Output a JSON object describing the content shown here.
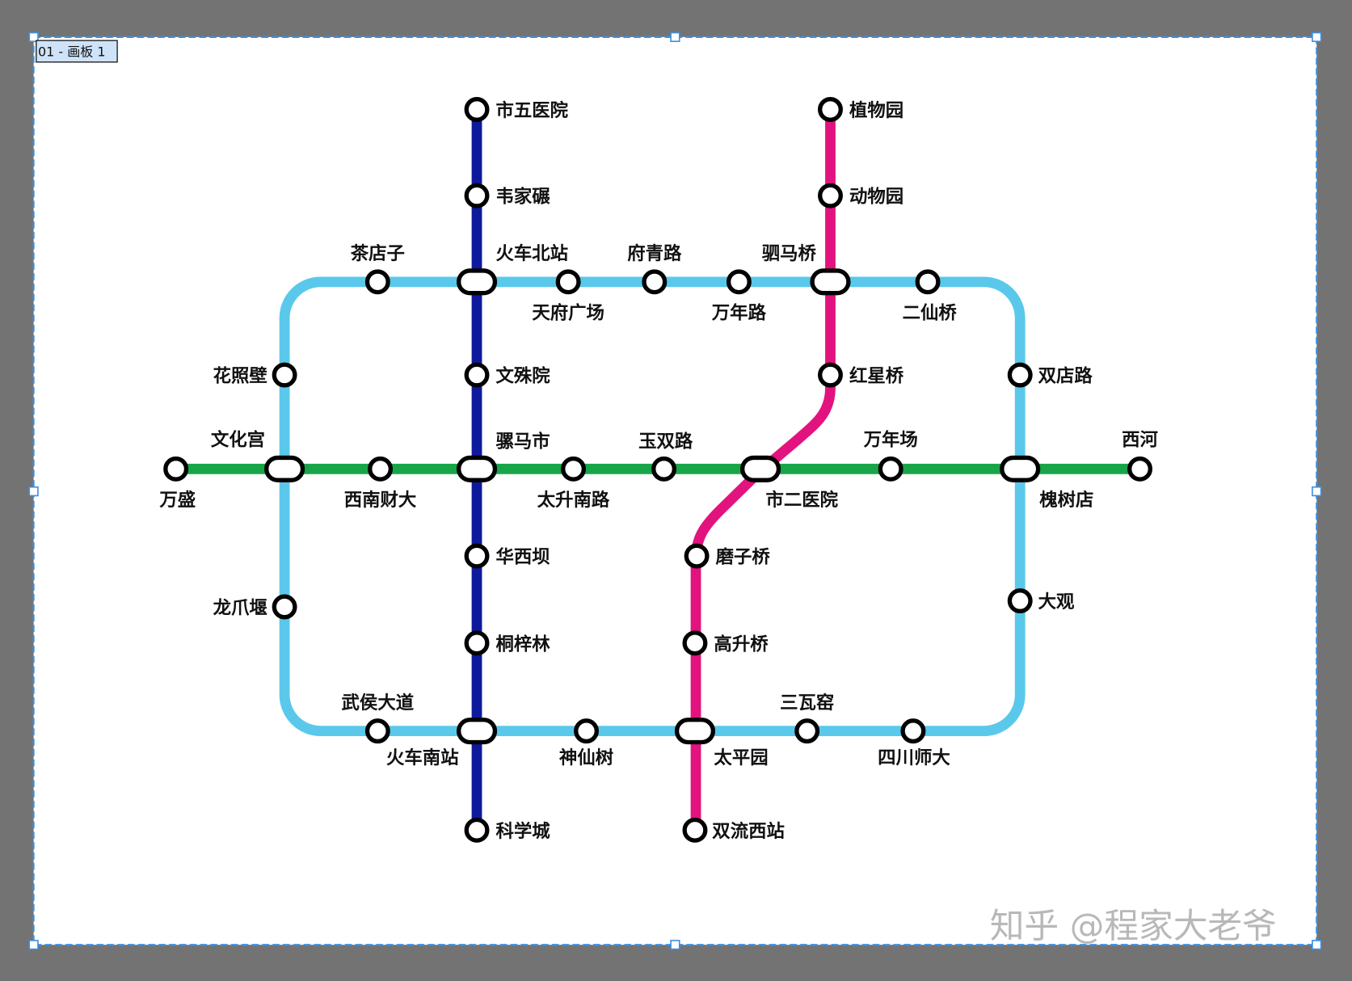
{
  "artboard": {
    "label": "01 - 画板 1"
  },
  "watermark": "知乎 @程家大老爷",
  "colors": {
    "line_blue": "#0d1a9c",
    "line_pink": "#e2137f",
    "line_green": "#18a54a",
    "line_cyan": "#5ac8ea",
    "canvas_bg": "#737373",
    "selection": "#3d8fe0"
  },
  "stations": [
    "市五医院",
    "韦家碾",
    "火车北站",
    "文殊院",
    "骡马市",
    "华西坝",
    "桐梓林",
    "火车南站",
    "科学城",
    "植物园",
    "动物园",
    "驷马桥",
    "红星桥",
    "市二医院",
    "磨子桥",
    "高升桥",
    "太平园",
    "双流西站",
    "茶店子",
    "天府广场",
    "府青路",
    "万年路",
    "二仙桥",
    "花照壁",
    "文化宫",
    "龙爪堰",
    "武侯大道",
    "神仙树",
    "三瓦窑",
    "四川师大",
    "双店路",
    "大观",
    "槐树店",
    "万盛",
    "西南财大",
    "太升南路",
    "玉双路",
    "万年场",
    "西河"
  ]
}
